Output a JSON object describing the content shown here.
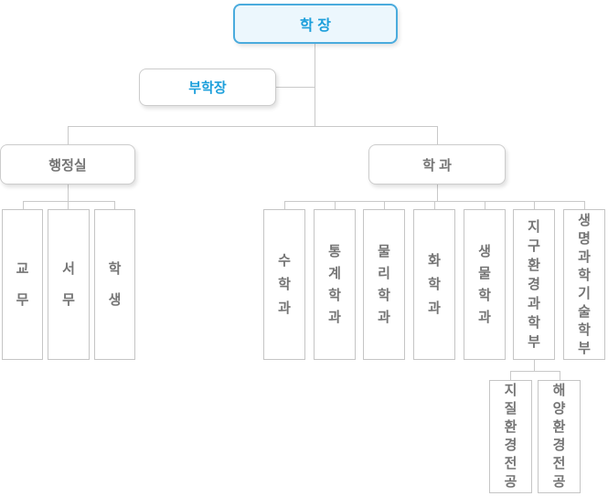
{
  "colors": {
    "accent_blue_text": "#1c9fdb",
    "accent_blue_border": "#4aabdd",
    "accent_blue_bg": "#ecf7fd",
    "gray_text": "#757575",
    "box_border_gray": "#c5c5c5",
    "rounded_border_gray": "#cccccc",
    "connector_line_gray": "#c9c9c9"
  },
  "org_chart": {
    "root": {
      "label": "학 장"
    },
    "vice_dean": {
      "label": "부학장"
    },
    "admin_office": {
      "label": "행정실",
      "children": [
        {
          "label": "교무"
        },
        {
          "label": "서무"
        },
        {
          "label": "학생"
        }
      ]
    },
    "departments": {
      "label": "학 과",
      "children": [
        {
          "label": "수학과"
        },
        {
          "label": "통계학과"
        },
        {
          "label": "물리학과"
        },
        {
          "label": "화학과"
        },
        {
          "label": "생물학과"
        },
        {
          "label": "지구환경과학부"
        },
        {
          "label": "생명과학기술학부"
        }
      ]
    },
    "earth_env_majors": {
      "children": [
        {
          "label": "지질환경전공"
        },
        {
          "label": "해양환경전공"
        }
      ]
    }
  }
}
